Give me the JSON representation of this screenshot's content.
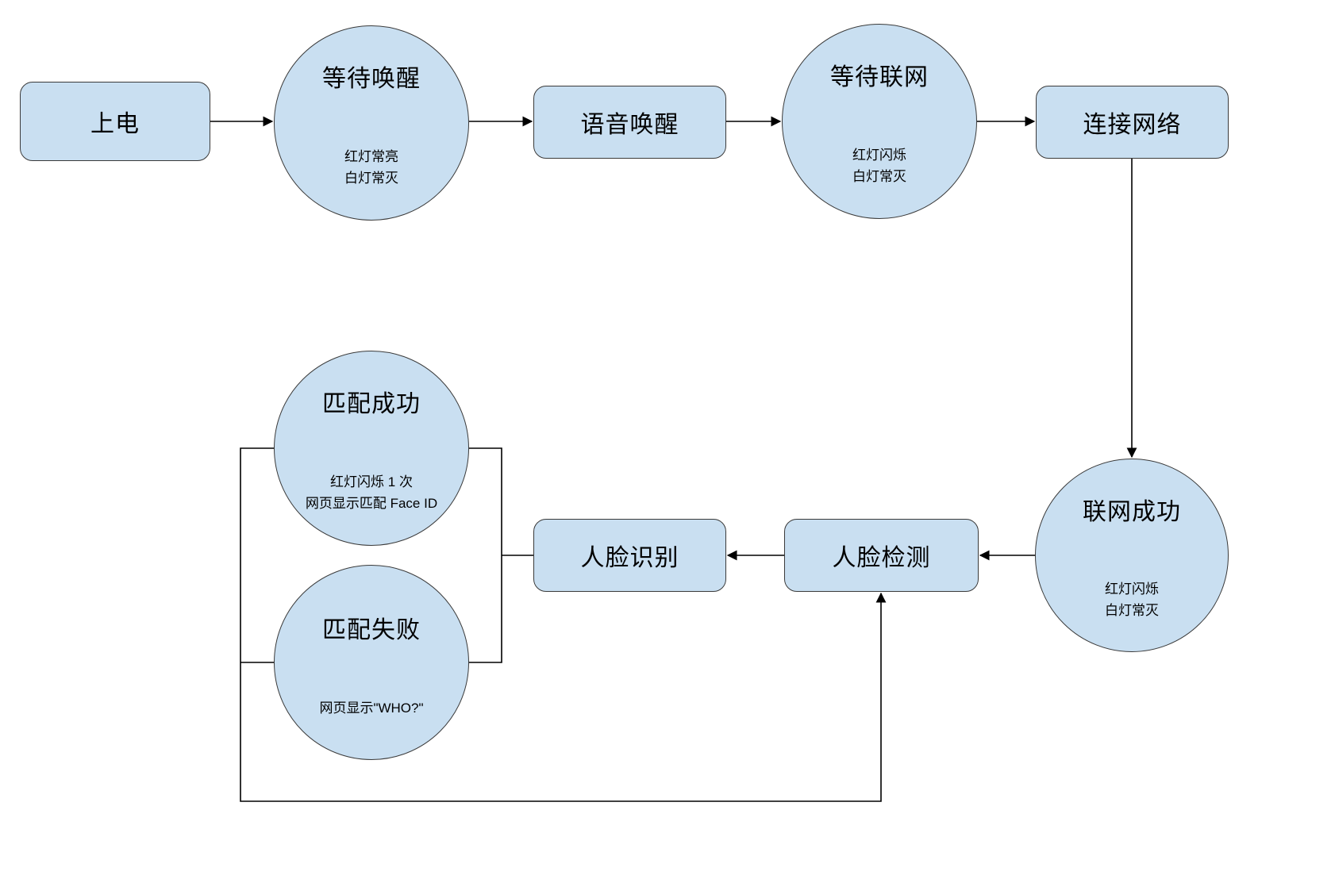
{
  "colors": {
    "background": "#ffffff",
    "node_fill": "#c9dff1",
    "node_stroke": "#3a3a3a",
    "connector": "#000000"
  },
  "nodes": {
    "power_on": {
      "shape": "rect",
      "label": "上电"
    },
    "wait_wakeup": {
      "shape": "circle",
      "label": "等待唤醒",
      "sub": "红灯常亮\n白灯常灭"
    },
    "voice_wakeup": {
      "shape": "rect",
      "label": "语音唤醒"
    },
    "wait_network": {
      "shape": "circle",
      "label": "等待联网",
      "sub": "红灯闪烁\n白灯常灭"
    },
    "connect_network": {
      "shape": "rect",
      "label": "连接网络"
    },
    "network_success": {
      "shape": "circle",
      "label": "联网成功",
      "sub": "红灯闪烁\n白灯常灭"
    },
    "face_detection": {
      "shape": "rect",
      "label": "人脸检测"
    },
    "face_recognition": {
      "shape": "rect",
      "label": "人脸识别"
    },
    "match_success": {
      "shape": "circle",
      "label": "匹配成功",
      "sub": "红灯闪烁 1 次\n网页显示匹配 Face ID"
    },
    "match_fail": {
      "shape": "circle",
      "label": "匹配失败",
      "sub": "网页显示\"WHO?\""
    }
  },
  "edges": [
    {
      "from": "上电",
      "to": "等待唤醒",
      "arrow": true
    },
    {
      "from": "等待唤醒",
      "to": "语音唤醒",
      "arrow": true
    },
    {
      "from": "语音唤醒",
      "to": "等待联网",
      "arrow": true
    },
    {
      "from": "等待联网",
      "to": "连接网络",
      "arrow": true
    },
    {
      "from": "连接网络",
      "to": "联网成功",
      "arrow": true
    },
    {
      "from": "联网成功",
      "to": "人脸检测",
      "arrow": true
    },
    {
      "from": "人脸检测",
      "to": "人脸识别",
      "arrow": true
    },
    {
      "from": "人脸识别",
      "to": "匹配成功",
      "arrow": false
    },
    {
      "from": "人脸识别",
      "to": "匹配失败",
      "arrow": false
    },
    {
      "from": "匹配成功",
      "to": "人脸检测",
      "arrow": true
    },
    {
      "from": "匹配失败",
      "to": "人脸检测",
      "arrow": true
    }
  ]
}
